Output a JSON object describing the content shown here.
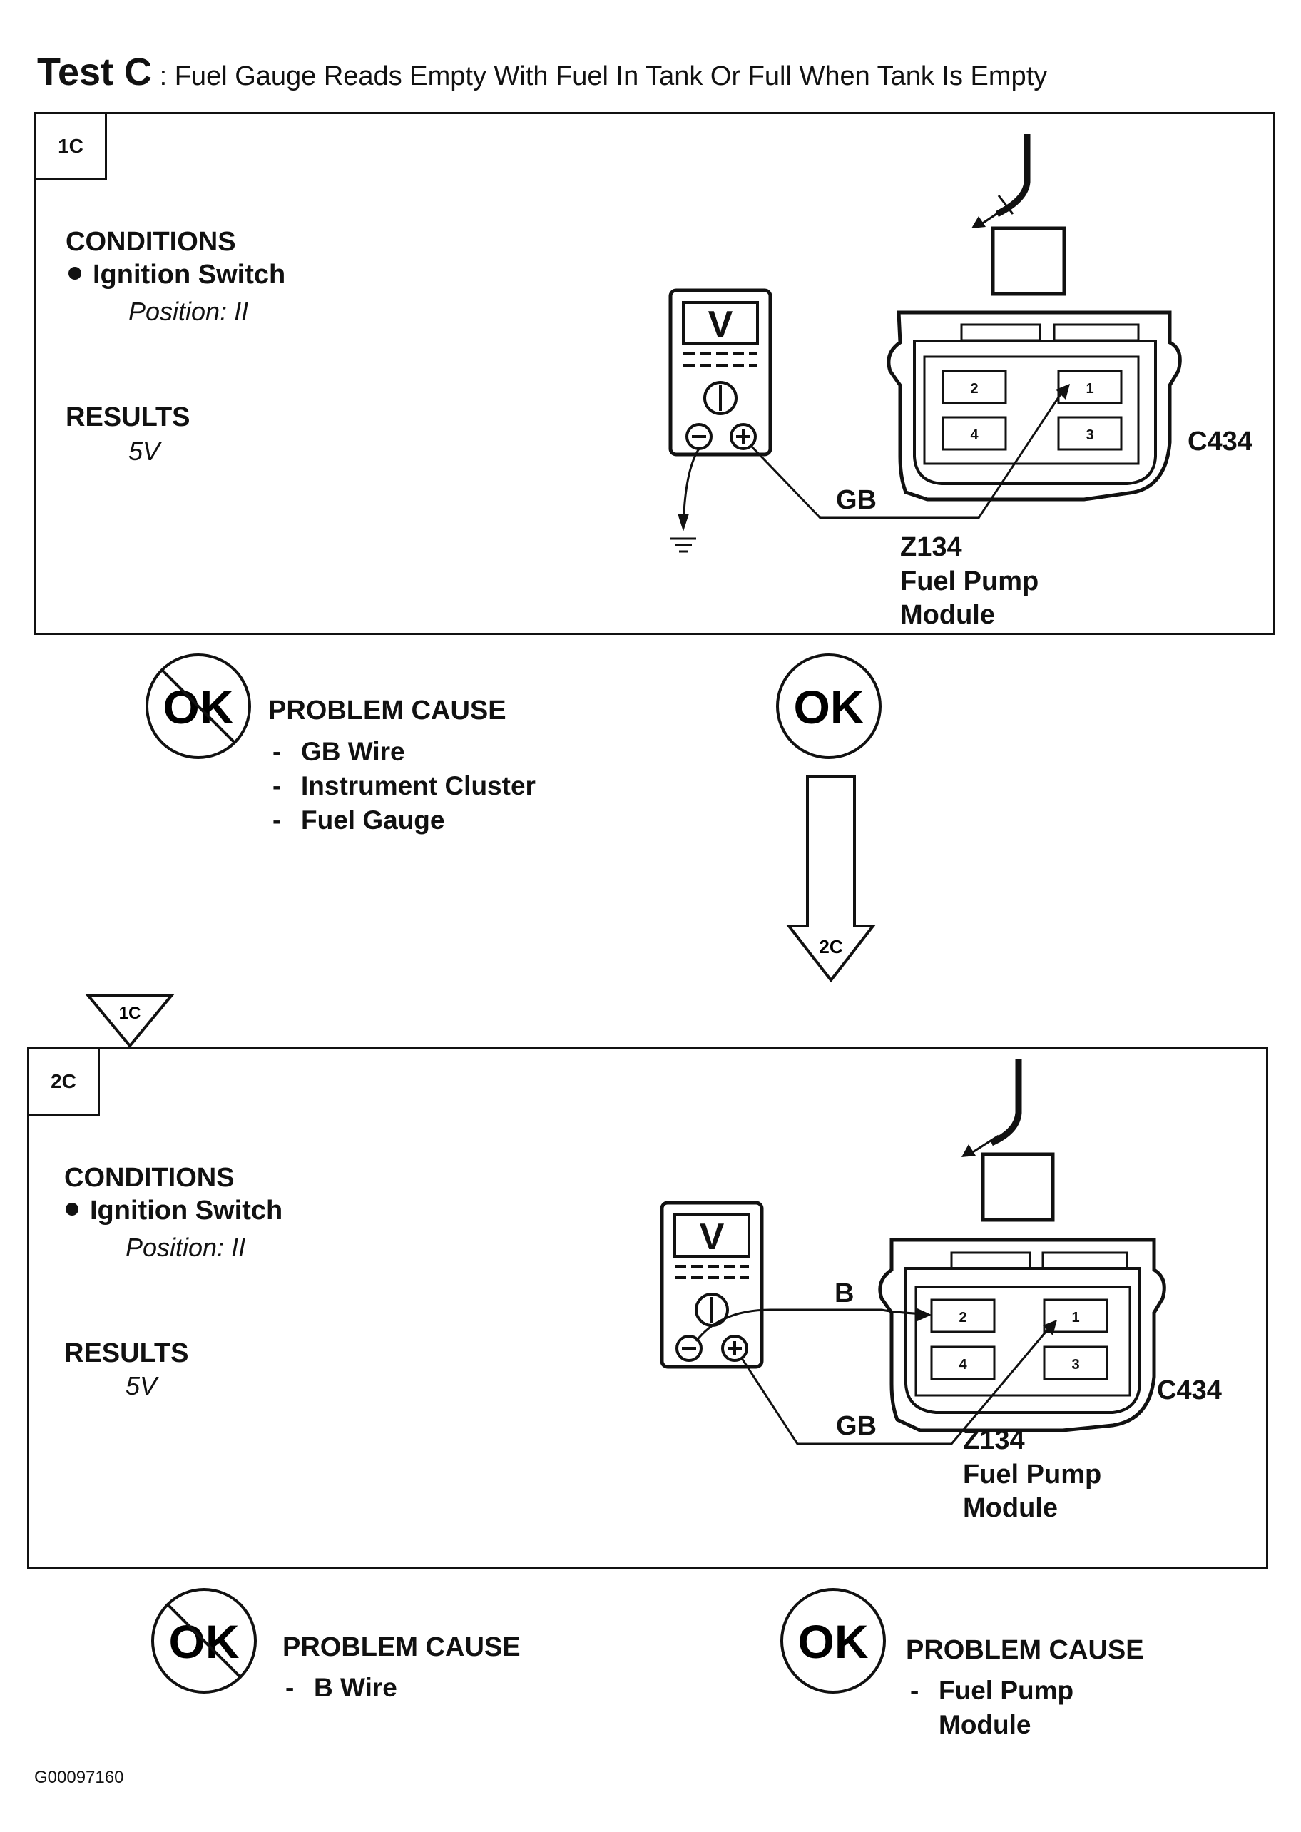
{
  "header": {
    "test_label": "Test C",
    "separator": " : ",
    "description": "Fuel Gauge Reads Empty With Fuel In Tank Or Full When Tank Is Empty"
  },
  "step1": {
    "tag": "1C",
    "conditions_heading": "CONDITIONS",
    "condition_item": "Ignition Switch",
    "condition_position": "Position: II",
    "results_heading": "RESULTS",
    "results_value": "5V",
    "meter_symbol": "V",
    "wire_label": "GB",
    "connector_id": "C434",
    "pins": [
      "2",
      "1",
      "4",
      "3"
    ],
    "component_code": "Z134",
    "component_name_1": "Fuel Pump",
    "component_name_2": "Module",
    "not_ok_symbol": "OK",
    "not_ok_heading": "PROBLEM CAUSE",
    "not_ok_causes": [
      "GB  Wire",
      "Instrument Cluster",
      "Fuel Gauge"
    ],
    "ok_symbol": "OK",
    "next_step": "2C"
  },
  "step2": {
    "tag": "2C",
    "entry_ref": "1C",
    "conditions_heading": "CONDITIONS",
    "condition_item": "Ignition Switch",
    "condition_position": "Position: II",
    "results_heading": "RESULTS",
    "results_value": "5V",
    "meter_symbol": "V",
    "wire_label_top": "B",
    "wire_label_bottom": "GB",
    "connector_id": "C434",
    "pins": [
      "2",
      "1",
      "4",
      "3"
    ],
    "component_code": "Z134",
    "component_name_1": "Fuel Pump",
    "component_name_2": "Module",
    "not_ok_symbol": "OK",
    "not_ok_heading": "PROBLEM CAUSE",
    "not_ok_causes": [
      "B  Wire"
    ],
    "ok_symbol": "OK",
    "ok_heading": "PROBLEM CAUSE",
    "ok_causes": [
      "Fuel Pump",
      "Module"
    ]
  },
  "footer": {
    "figure_id": "G00097160"
  }
}
